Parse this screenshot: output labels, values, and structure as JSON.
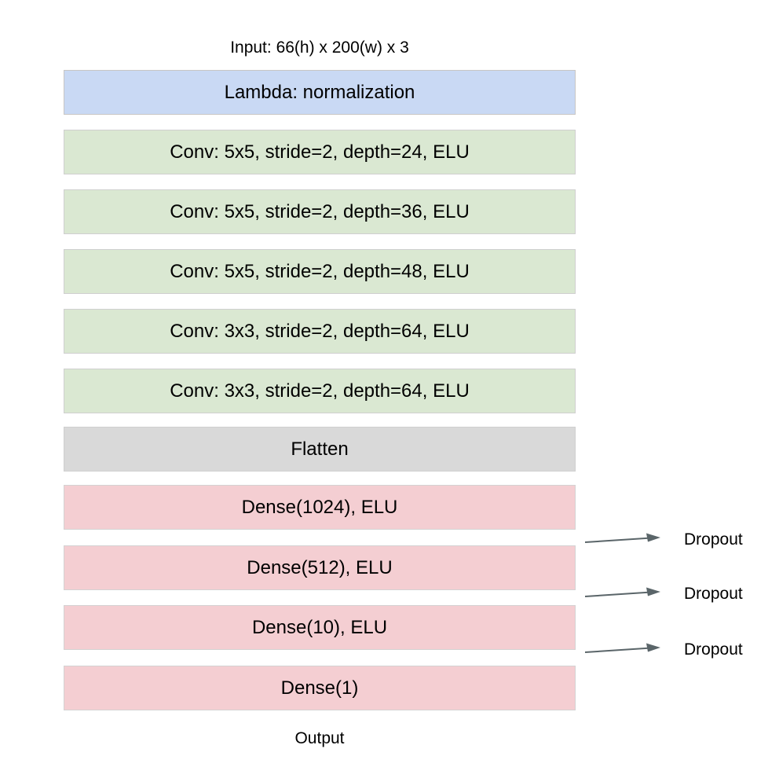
{
  "diagram": {
    "input_caption": "Input: 66(h) x 200(w) x 3",
    "output_caption": "Output",
    "colors": {
      "lambda": "#c9d9f4",
      "conv": "#dae8d2",
      "flatten": "#d9d9d9",
      "dense": "#f4ced2",
      "arrow": "#5a6569",
      "border": "#cccccc"
    },
    "layers": [
      {
        "label": "Lambda: normalization",
        "type": "lambda"
      },
      {
        "label": "Conv: 5x5, stride=2, depth=24, ELU",
        "type": "conv"
      },
      {
        "label": "Conv: 5x5, stride=2, depth=36, ELU",
        "type": "conv"
      },
      {
        "label": "Conv: 5x5, stride=2, depth=48, ELU",
        "type": "conv"
      },
      {
        "label": "Conv: 3x3, stride=2, depth=64, ELU",
        "type": "conv"
      },
      {
        "label": "Conv: 3x3, stride=2, depth=64, ELU",
        "type": "conv"
      },
      {
        "label": "Flatten",
        "type": "flatten"
      },
      {
        "label": "Dense(1024), ELU",
        "type": "dense"
      },
      {
        "label": "Dense(512), ELU",
        "type": "dense"
      },
      {
        "label": "Dense(10), ELU",
        "type": "dense"
      },
      {
        "label": "Dense(1)",
        "type": "dense"
      }
    ],
    "dropouts": [
      {
        "label": "Dropout"
      },
      {
        "label": "Dropout"
      },
      {
        "label": "Dropout"
      }
    ]
  }
}
